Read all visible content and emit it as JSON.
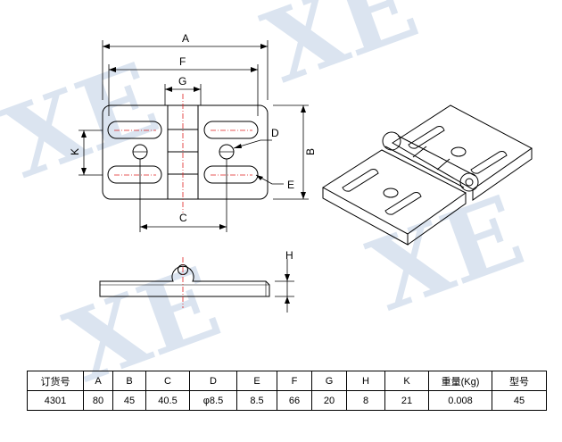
{
  "watermark": "XE",
  "dimension_labels": {
    "A": "A",
    "F": "F",
    "G": "G",
    "C": "C",
    "D": "D",
    "E": "E",
    "B": "B",
    "K": "K",
    "H": "H"
  },
  "spec_table": {
    "headers": [
      "订货号",
      "A",
      "B",
      "C",
      "D",
      "E",
      "F",
      "G",
      "H",
      "K",
      "重量(Kg)",
      "型号"
    ],
    "row": [
      "4301",
      "80",
      "45",
      "40.5",
      "φ8.5",
      "8.5",
      "66",
      "20",
      "8",
      "21",
      "0.008",
      "45"
    ]
  },
  "colors": {
    "line": "#000000",
    "centerline": "#e02020",
    "watermark": "#cfdcec"
  }
}
